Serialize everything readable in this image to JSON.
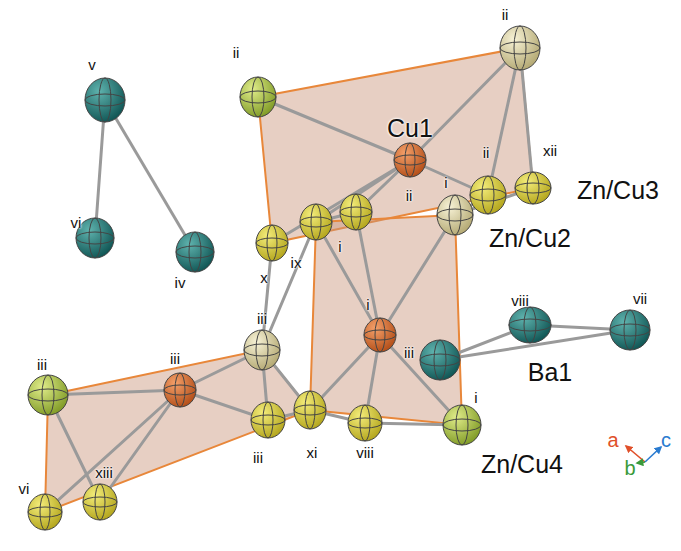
{
  "diagram": {
    "labels": [
      "ii",
      "ii",
      "Cu1",
      "xii",
      "ii",
      "ii",
      "Zn/Cu3",
      "i",
      "Zn/Cu2",
      "v",
      "x",
      "ix",
      "i",
      "vi",
      "iv",
      "iii",
      "i",
      "iii",
      "viii",
      "vii",
      "Ba1",
      "iii",
      "iii",
      "i",
      "a",
      "c",
      "xiii",
      "iii",
      "xi",
      "viii",
      "b",
      "Zn/Cu4",
      "vi"
    ]
  }
}
